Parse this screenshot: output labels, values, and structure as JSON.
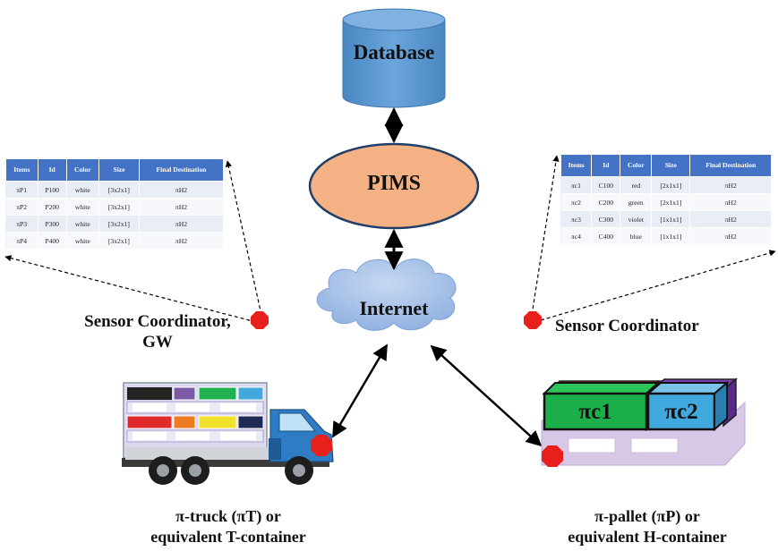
{
  "nodes": {
    "database": "Database",
    "pims": "PIMS",
    "internet": "Internet"
  },
  "sensor_left": {
    "line1": "Sensor Coordinator,",
    "line2": "GW"
  },
  "sensor_right": {
    "label": "Sensor Coordinator"
  },
  "truck_caption": {
    "line1": "π-truck (πT) or",
    "line2": "equivalent T-container"
  },
  "pallet_caption": {
    "line1": "π-pallet (πP) or",
    "line2": "equivalent H-container"
  },
  "pallet_boxes": [
    "πc1",
    "πc2"
  ],
  "truck_table": {
    "headers": [
      "Items",
      "Id",
      "Color",
      "Size",
      "Final Destination"
    ],
    "rows": [
      [
        "πP1",
        "P100",
        "white",
        "[3x2x1]",
        "πH2"
      ],
      [
        "πP2",
        "P200",
        "white",
        "[3x2x1]",
        "πH2"
      ],
      [
        "πP3",
        "P300",
        "white",
        "[3x2x1]",
        "πH2"
      ],
      [
        "πP4",
        "P400",
        "white",
        "[3x2x1]",
        "πH2"
      ]
    ]
  },
  "pallet_table": {
    "headers": [
      "Items",
      "Id",
      "Color",
      "Size",
      "Final Destination"
    ],
    "rows": [
      [
        "πc1",
        "C100",
        "red",
        "[2x1x1]",
        "πH2"
      ],
      [
        "πc2",
        "C200",
        "green",
        "[2x1x1]",
        "πH2"
      ],
      [
        "πc3",
        "C300",
        "violet",
        "[1x1x1]",
        "πH2"
      ],
      [
        "πc4",
        "C400",
        "blue",
        "[1x1x1]",
        "πH2"
      ]
    ]
  },
  "colors": {
    "database": "#5b9bd5",
    "pims": "#f4b183",
    "internet": "#a9c2e8",
    "sensor": "#e8201c",
    "table_header": "#4472c4",
    "truck_cab": "#2e7dc4",
    "pallet_base": "#d6c8e6",
    "box_green": "#1bb04a",
    "box_blue": "#40a8dc",
    "box_red": "#e02a2a",
    "box_violet": "#7a3fb0"
  }
}
